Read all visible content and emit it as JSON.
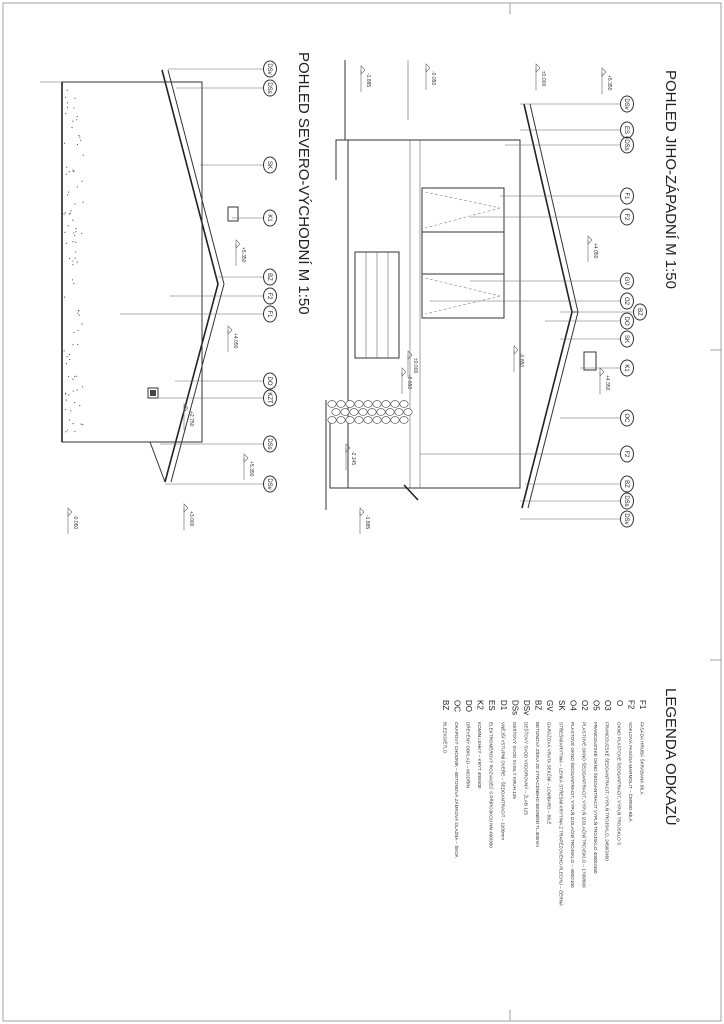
{
  "titles": {
    "view_sw": "POHLED JIHO-ZÁPADNÍ M 1:50",
    "view_ne": "POHLED SEVERO-VÝCHODNÍ M 1:50",
    "legend": "LEGENDA ODKAZŮ"
  },
  "legend": [
    {
      "code": "F1",
      "desc": "FASÁDA HRUBÁ ŠKRÁBANÁ BÍLÁ"
    },
    {
      "code": "F2",
      "desc": "SOKLOVÁ FASÁDA MARMOLIT – ČERNO-BÍLÁ"
    },
    {
      "code": "O",
      "desc": "OKNO PLASTOVÉ ŠEDOANTRACIT, VÝPLŇ TROJSKLO S"
    },
    {
      "code": "O3",
      "desc": "FRANCOUZSKÉ ŠEDOANTRACIT, VÝPLŇ TROJSKLO, 2450/2450"
    },
    {
      "code": "O5",
      "desc": "FRANCOUZSKÉ OKNO ŠEDOANTRACIT VÝPLŇ TROJSKLO 4000/2450"
    },
    {
      "code": "O2",
      "desc": "PLASTOVÉ OKNO ŠEDOANTRACIT, VÝPLŇ IZOLAČNÍ TROJSKLO – 1700/600"
    },
    {
      "code": "O4",
      "desc": "PLASTOVÉ OKNO ŠEDOANTRACIT, VÝPLŇ IZOLAČNÍ TROJSKLO – 400/2100"
    },
    {
      "code": "SK",
      "desc": "STŘEŠNÍ KRYTINA – LEHKÁ STŘEŠNÍ KRYTINA Z TRAPÉZOVÉHO PLECHU – ČERNÁ"
    },
    {
      "code": "GV",
      "desc": "GARÁŽOVÁ VRATA SEKČNÍ – LOMBARD – BÍLÉ"
    },
    {
      "code": "BZ",
      "desc": "BETONOVÁ ZÍDKA ZE ZTRACENÉHO BEDNĚNÍ TL.300mm"
    },
    {
      "code": "DSv",
      "desc": "DEŠŤOVÝ SVOD VODOROVNÝ – ŽLAB 125"
    },
    {
      "code": "DSs",
      "desc": "DEŠŤOVÝ SVOD SVISLÝ KRUH 125"
    },
    {
      "code": "D1",
      "desc": "VNĚJŠÍ VSTUPNÍ DVEŘE – ŠEDOANTRACIT – 1100mm"
    },
    {
      "code": "ES",
      "desc": "ELEKTROMĚROVÝ ROZVADĚČ S PŘÍPOJKOU NN 400/300"
    },
    {
      "code": "K2",
      "desc": "KOMÍN LEHKÝ – KRYT 400/400"
    },
    {
      "code": "DO",
      "desc": "DŘEVĚNÝ OBKLAD – MODŘÍN"
    },
    {
      "code": "OC",
      "desc": "OKAPOVÝ CHODNÍK – BETONOVÁ ZÁMKOVÁ DLAŽBA – ŠEDÁ"
    },
    {
      "code": "BZ",
      "desc": "BLEZKO/ĚTLO"
    }
  ],
  "tags_sw": [
    "DSv",
    "ES",
    "DSs",
    "F1",
    "F2",
    "GV",
    "O2",
    "BZ",
    "DO",
    "SK",
    "K1",
    "OC",
    "F2",
    "BZ",
    "DSs",
    "DSv"
  ],
  "tags_ne": [
    "DSv",
    "DSs",
    "SK",
    "K1",
    "BZ",
    "F2",
    "F1",
    "DO",
    "KZT",
    "DSs",
    "DSv"
  ],
  "levels_sw": [
    "+5.350",
    "±0.000",
    "-0.050",
    "-1.885",
    "+4.050",
    "+4.350",
    "-0.850",
    "±0.000",
    "-0.650",
    "-2.145",
    "-1.885"
  ],
  "levels_ne": [
    "+5.350",
    "+4.050",
    "+2.750",
    "+5.350",
    "+3.000",
    "-0.050"
  ]
}
